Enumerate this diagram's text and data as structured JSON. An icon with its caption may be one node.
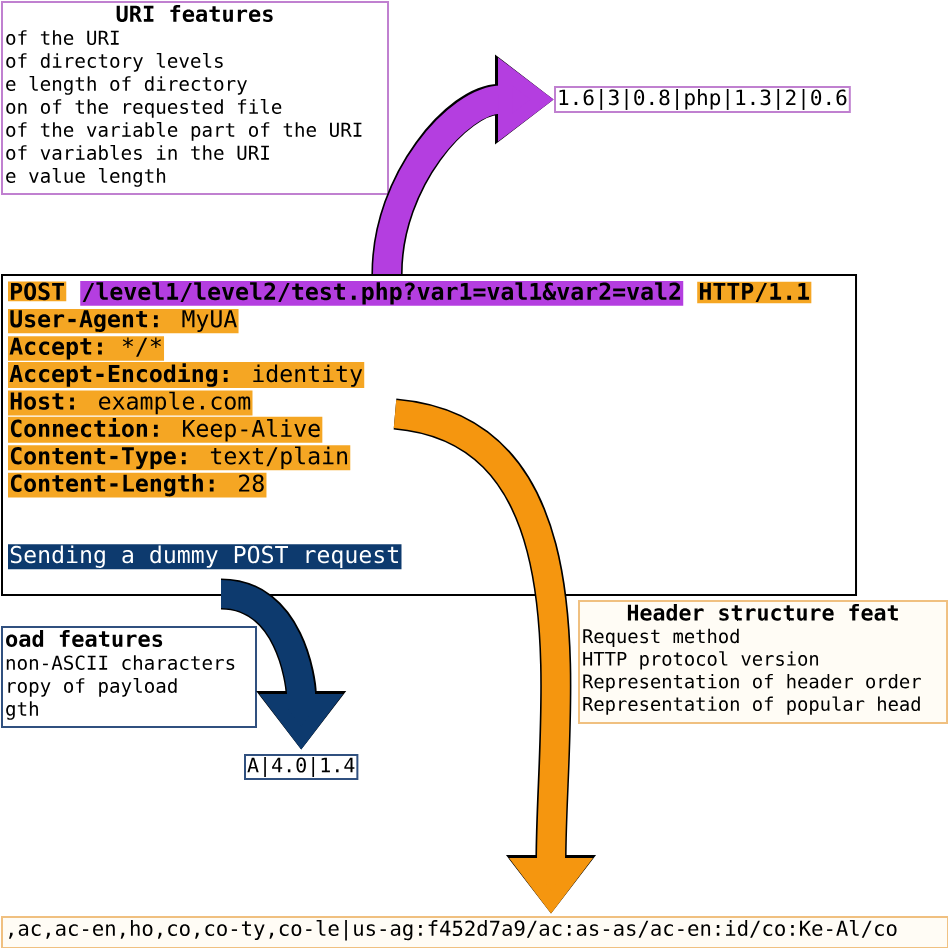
{
  "diagram": {
    "nodes": [
      {
        "text": [
          "URI features",
          "of the URI",
          "of directory levels",
          "e length of directory",
          "on of the requested file",
          "of the variable part of the URI",
          "of variables in the URI",
          "e value length"
        ]
      },
      {
        "text": [
          "1.6|3|0.8|php|1.3|2|0.6"
        ]
      },
      {
        "text": [
          "POST",
          "/level1/level2/test.php?var1=val1&var2=val2",
          "HTTP/1.1",
          "**User-Agent:** MyUA",
          "**Accept:**",
          "*/",
          "*",
          "**Accept-Encoding:** identity",
          "**Host:** example.com",
          "**Connection:** Keep-Alive",
          "**Content-Type:** text/plain",
          "**Content-Length:** 28",
          "Sending a dummy POST request"
        ]
      },
      {
        "text": [
          "Header structure feat",
          "Request method",
          "HTTP protocol version",
          "Representation of header order",
          "Representation of popular head"
        ]
      },
      {
        "text": [
          "oad features",
          "non-ASCII characters",
          "ropy of payload",
          "gth"
        ]
      },
      {
        "text": [
          "A|4.0|1.4"
        ]
      },
      {
        "text": [
          ",ac,ac-en,ho,co,co-ty,co-le|us-ag:f452d7a9/ac:as-as/ac-en:id/co:Ke-Al/co"
        ]
      }
    ],
    "edges": [
      {
        "from": 2,
        "to": 1,
        "arrow": "to",
        "color": "#b43ee0"
      },
      {
        "from": 2,
        "to": 6,
        "arrow": "to",
        "color": "#f5960f"
      },
      {
        "from": 2,
        "to": 5,
        "arrow": "to",
        "color": "#0d3a6e"
      }
    ]
  }
}
